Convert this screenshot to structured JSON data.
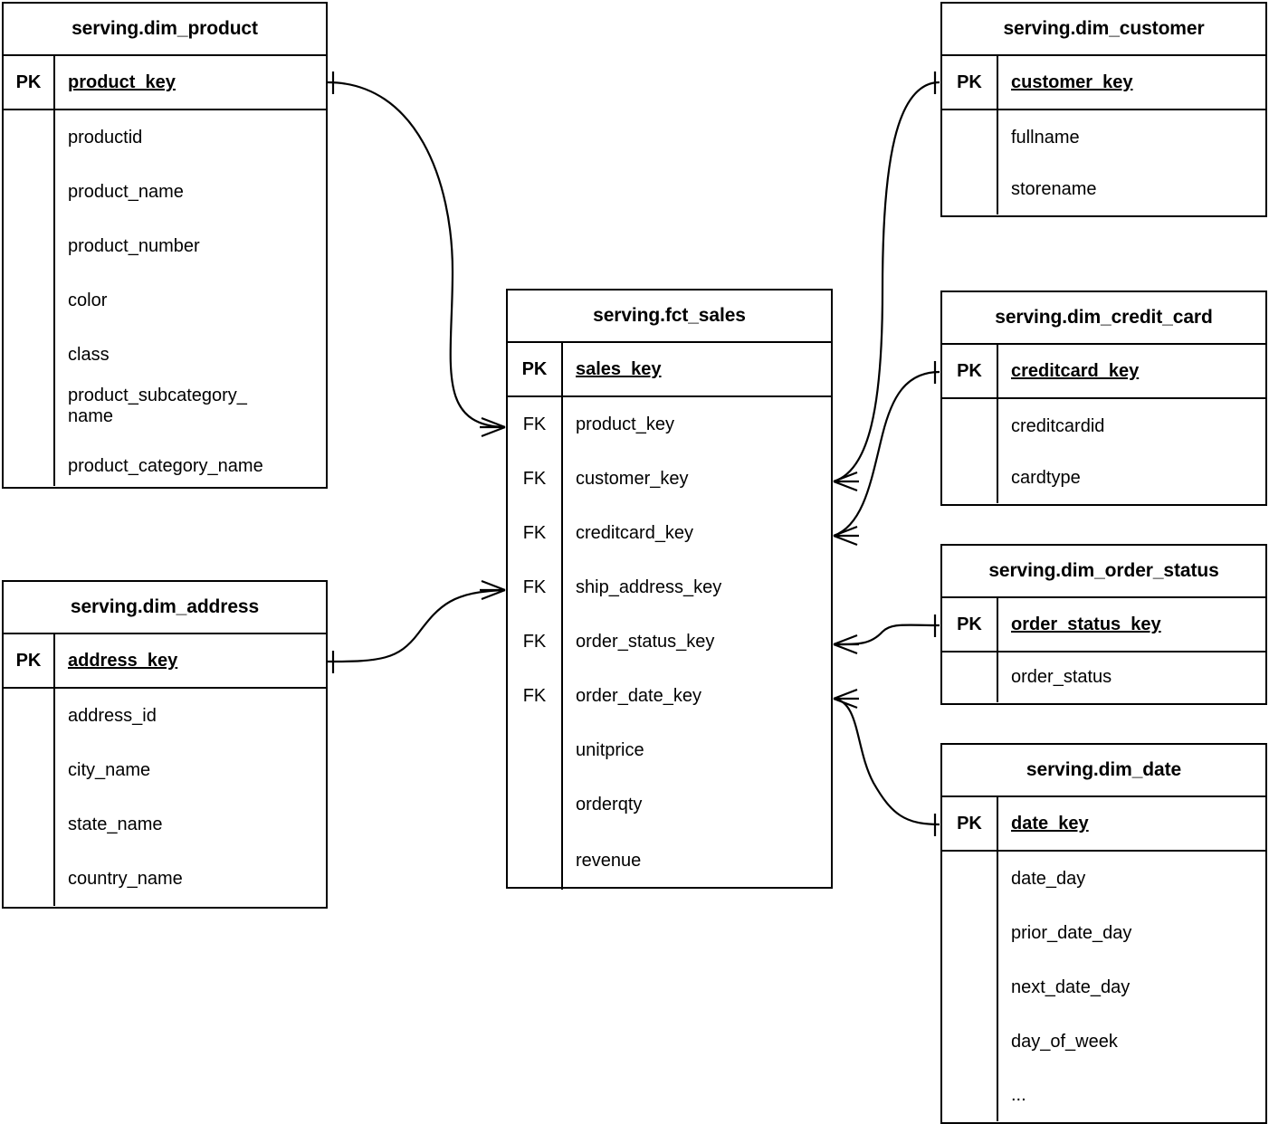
{
  "diagram": {
    "type": "entity-relationship-diagram",
    "notation": "crow's-foot",
    "background_color": "#ffffff",
    "line_color": "#000000"
  },
  "entities": {
    "dim_product": {
      "title": "serving.dim_product",
      "pk_label": "PK",
      "pk_field": "product_key",
      "attributes": [
        "productid",
        "product_name",
        "product_number",
        "color",
        "class",
        "product_subcategory_ name",
        "product_category_name"
      ]
    },
    "dim_address": {
      "title": "serving.dim_address",
      "pk_label": "PK",
      "pk_field": "address_key",
      "attributes": [
        "address_id",
        "city_name",
        "state_name",
        "country_name"
      ]
    },
    "fct_sales": {
      "title": "serving.fct_sales",
      "pk_label": "PK",
      "pk_field": "sales_key",
      "fk_label": "FK",
      "foreign_keys": [
        "product_key",
        "customer_key",
        "creditcard_key",
        "ship_address_key",
        "order_status_key",
        "order_date_key"
      ],
      "measures": [
        "unitprice",
        "orderqty",
        "revenue"
      ]
    },
    "dim_customer": {
      "title": "serving.dim_customer",
      "pk_label": "PK",
      "pk_field": "customer_key",
      "attributes": [
        "fullname",
        "storename"
      ]
    },
    "dim_credit_card": {
      "title": "serving.dim_credit_card",
      "pk_label": "PK",
      "pk_field": "creditcard_key",
      "attributes": [
        "creditcardid",
        "cardtype"
      ]
    },
    "dim_order_status": {
      "title": "serving.dim_order_status",
      "pk_label": "PK",
      "pk_field": "order_status_key",
      "attributes": [
        "order_status"
      ]
    },
    "dim_date": {
      "title": "serving.dim_date",
      "pk_label": "PK",
      "pk_field": "date_key",
      "attributes": [
        "date_day",
        "prior_date_day",
        "next_date_day",
        "day_of_week",
        "..."
      ]
    }
  },
  "relationships": [
    {
      "from": "serving.dim_product.product_key",
      "to": "serving.fct_sales.product_key",
      "cardinality": "one-to-many"
    },
    {
      "from": "serving.dim_address.address_key",
      "to": "serving.fct_sales.ship_address_key",
      "cardinality": "one-to-many"
    },
    {
      "from": "serving.dim_customer.customer_key",
      "to": "serving.fct_sales.customer_key",
      "cardinality": "one-to-many"
    },
    {
      "from": "serving.dim_credit_card.creditcard_key",
      "to": "serving.fct_sales.creditcard_key",
      "cardinality": "one-to-many"
    },
    {
      "from": "serving.dim_order_status.order_status_key",
      "to": "serving.fct_sales.order_status_key",
      "cardinality": "one-to-many"
    },
    {
      "from": "serving.dim_date.date_key",
      "to": "serving.fct_sales.order_date_key",
      "cardinality": "one-to-many"
    }
  ]
}
